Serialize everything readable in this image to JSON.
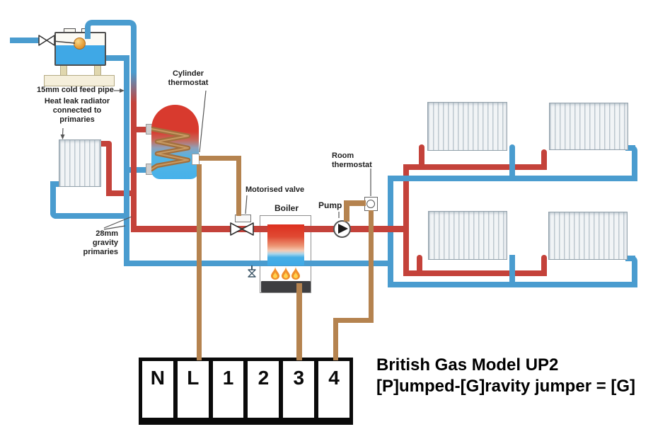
{
  "diagram": {
    "labels": {
      "cold_feed": "15mm cold feed pipe",
      "heat_leak": [
        "Heat leak radiator",
        "connected to",
        "primaries"
      ],
      "cylinder_thermostat": [
        "Cylinder",
        "thermostat"
      ],
      "motorised_valve": "Motorised valve",
      "boiler": "Boiler",
      "pump": "Pump",
      "room_thermostat": [
        "Room",
        "thermostat"
      ],
      "gravity_primaries": [
        "28mm",
        "gravity",
        "primaries"
      ]
    },
    "terminals": [
      "N",
      "L",
      "1",
      "2",
      "3",
      "4"
    ],
    "caption": [
      "British Gas Model UP2",
      "[P]umped-[G]ravity jumper = [G]"
    ],
    "colors": {
      "flow_pipe": "#c4423a",
      "return_pipe": "#4a9ccf",
      "wire": "#b5834f",
      "cistern_water": "#3fa8e6",
      "float_ball": "#e8a33d",
      "flame": "#f08f2c",
      "burner": "#3e3e40",
      "terminal_block": "#0a0a0a"
    }
  }
}
